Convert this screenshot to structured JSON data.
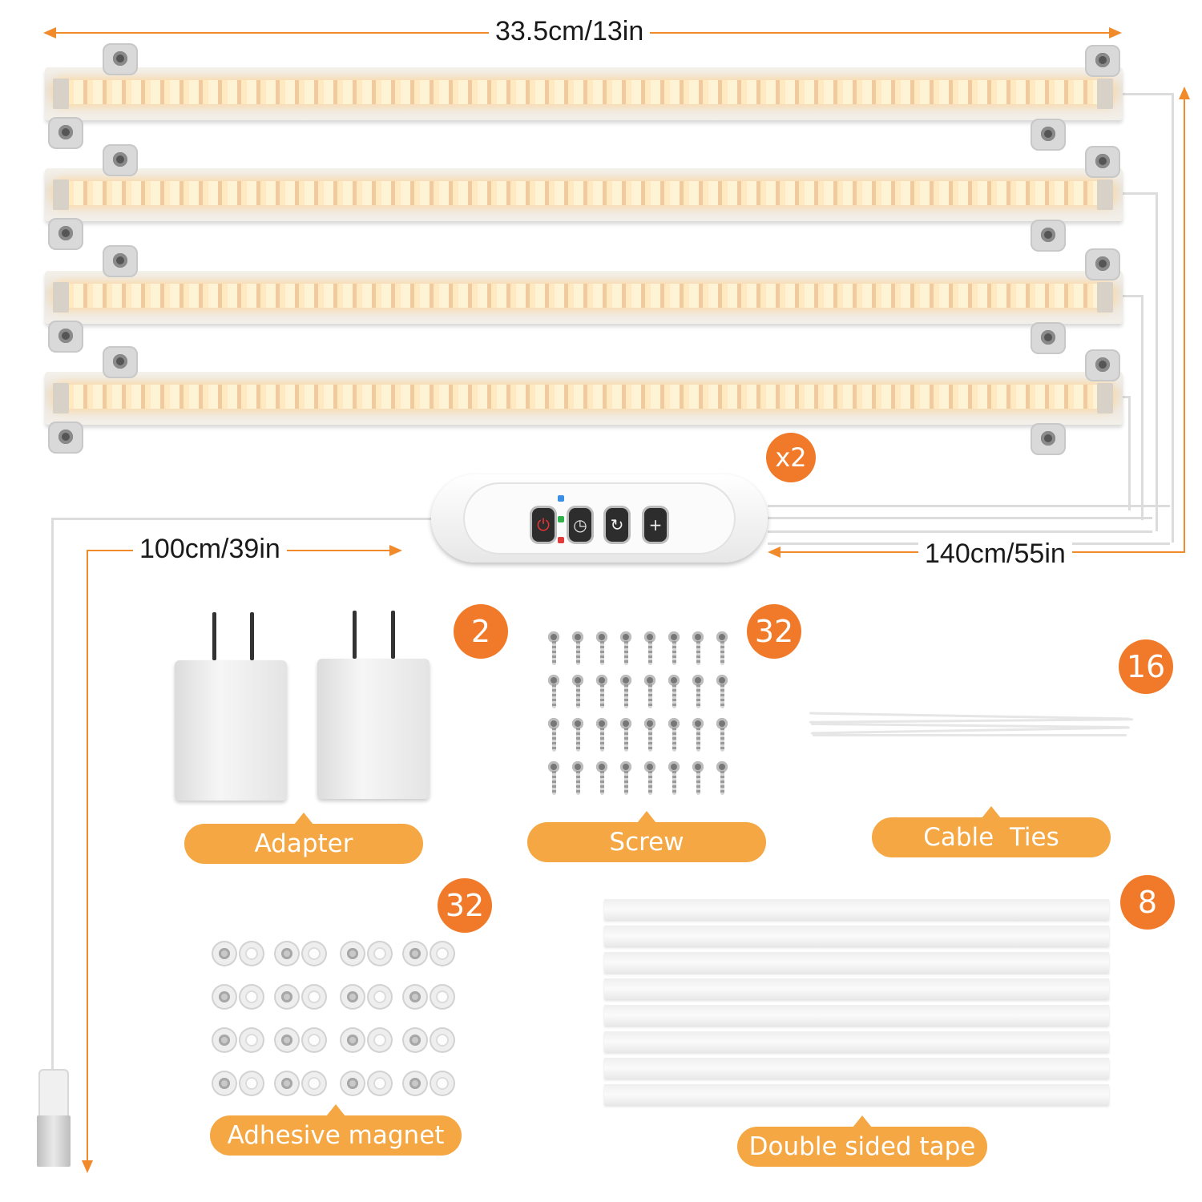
{
  "dimensions": {
    "strip_length": "33.5cm/13in",
    "usb_cable_length": "100cm/39in",
    "extension_cable_length": "140cm/55in"
  },
  "strip_quantity": "x2",
  "controller": {
    "buttons": [
      "power",
      "timer",
      "mode",
      "brightness"
    ]
  },
  "accessories": {
    "adapter": {
      "count": "2",
      "label": "Adapter"
    },
    "screw": {
      "count": "32",
      "label": "Screw"
    },
    "cable_ties": {
      "count": "16",
      "label": "Cable  Ties"
    },
    "adhesive_magnet": {
      "count": "32",
      "label": "Adhesive magnet"
    },
    "double_sided_tape": {
      "count": "8",
      "label": "Double sided tape"
    }
  },
  "colors": {
    "accent_badge": "#f07a2a",
    "label_pill": "#f4a742",
    "dimension_arrow": "#f08a2a"
  }
}
